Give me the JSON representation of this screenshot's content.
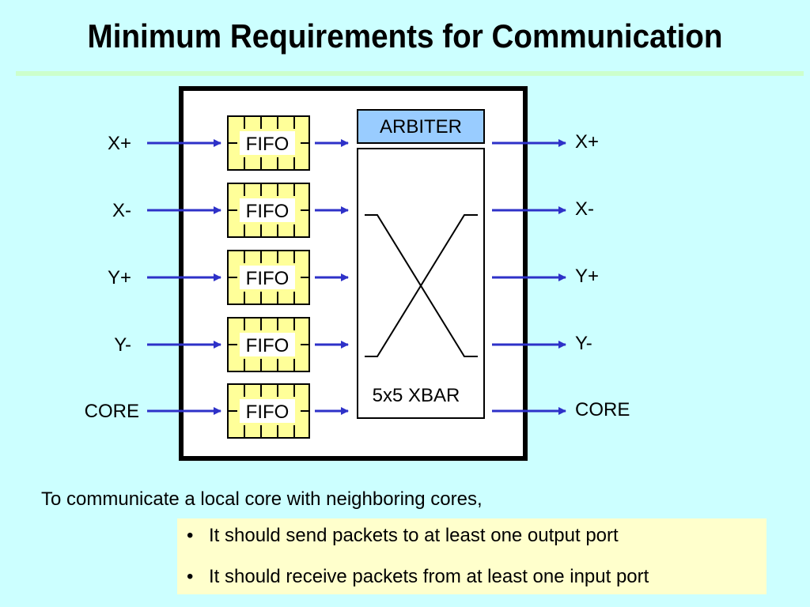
{
  "slide": {
    "title": "Minimum Requirements for Communication",
    "intro": "To communicate a local core with neighboring cores,",
    "bullets": [
      "It should send packets to at least one output port",
      "It should receive packets from at least one input port"
    ]
  },
  "diagram": {
    "inputs": [
      "X+",
      "X-",
      "Y+",
      "Y-",
      "CORE"
    ],
    "outputs": [
      "X+",
      "X-",
      "Y+",
      "Y-",
      "CORE"
    ],
    "fifo_label": "FIFO",
    "arbiter_label": "ARBITER",
    "xbar_label": "5x5 XBAR",
    "colors": {
      "background": "#ccffff",
      "arrow": "#2e31c8",
      "fifo_fill": "#ffff99",
      "arbiter_fill": "#99ccff",
      "router_border": "#000000",
      "bullet_box": "#ffffcc"
    }
  }
}
